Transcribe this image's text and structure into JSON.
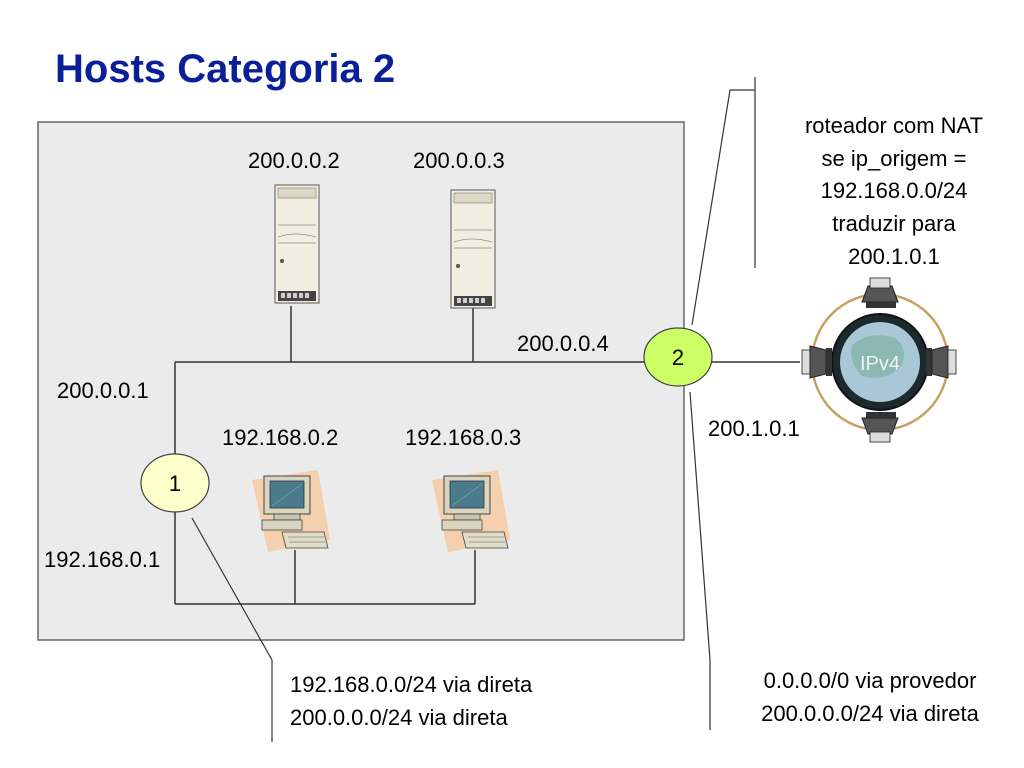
{
  "title": "Hosts Categoria 2",
  "servers": [
    {
      "ip": "200.0.0.2"
    },
    {
      "ip": "200.0.0.3"
    }
  ],
  "pcs": [
    {
      "ip": "192.168.0.2"
    },
    {
      "ip": "192.168.0.3"
    }
  ],
  "router1": {
    "label": "1",
    "ip_upper": "200.0.0.1",
    "ip_lower": "192.168.0.1",
    "table": [
      "192.168.0.0/24 via direta",
      "200.0.0.0/24 via direta"
    ]
  },
  "router2": {
    "label": "2",
    "ip_inside": "200.0.0.4",
    "ip_outside": "200.1.0.1",
    "nat_note": [
      "roteador com NAT",
      "se ip_origem =",
      "192.168.0.0/24",
      "traduzir para",
      "200.1.0.1"
    ],
    "table": [
      "0.0.0.0/0 via provedor",
      "200.0.0.0/24 via direta"
    ]
  },
  "internet": {
    "label": "IPv4"
  },
  "colors": {
    "title": "#0b1f99",
    "box_fill": "#ebebeb",
    "router1_fill": "#ffffcc",
    "router2_fill": "#ccff66",
    "ring": "#c8a060"
  }
}
